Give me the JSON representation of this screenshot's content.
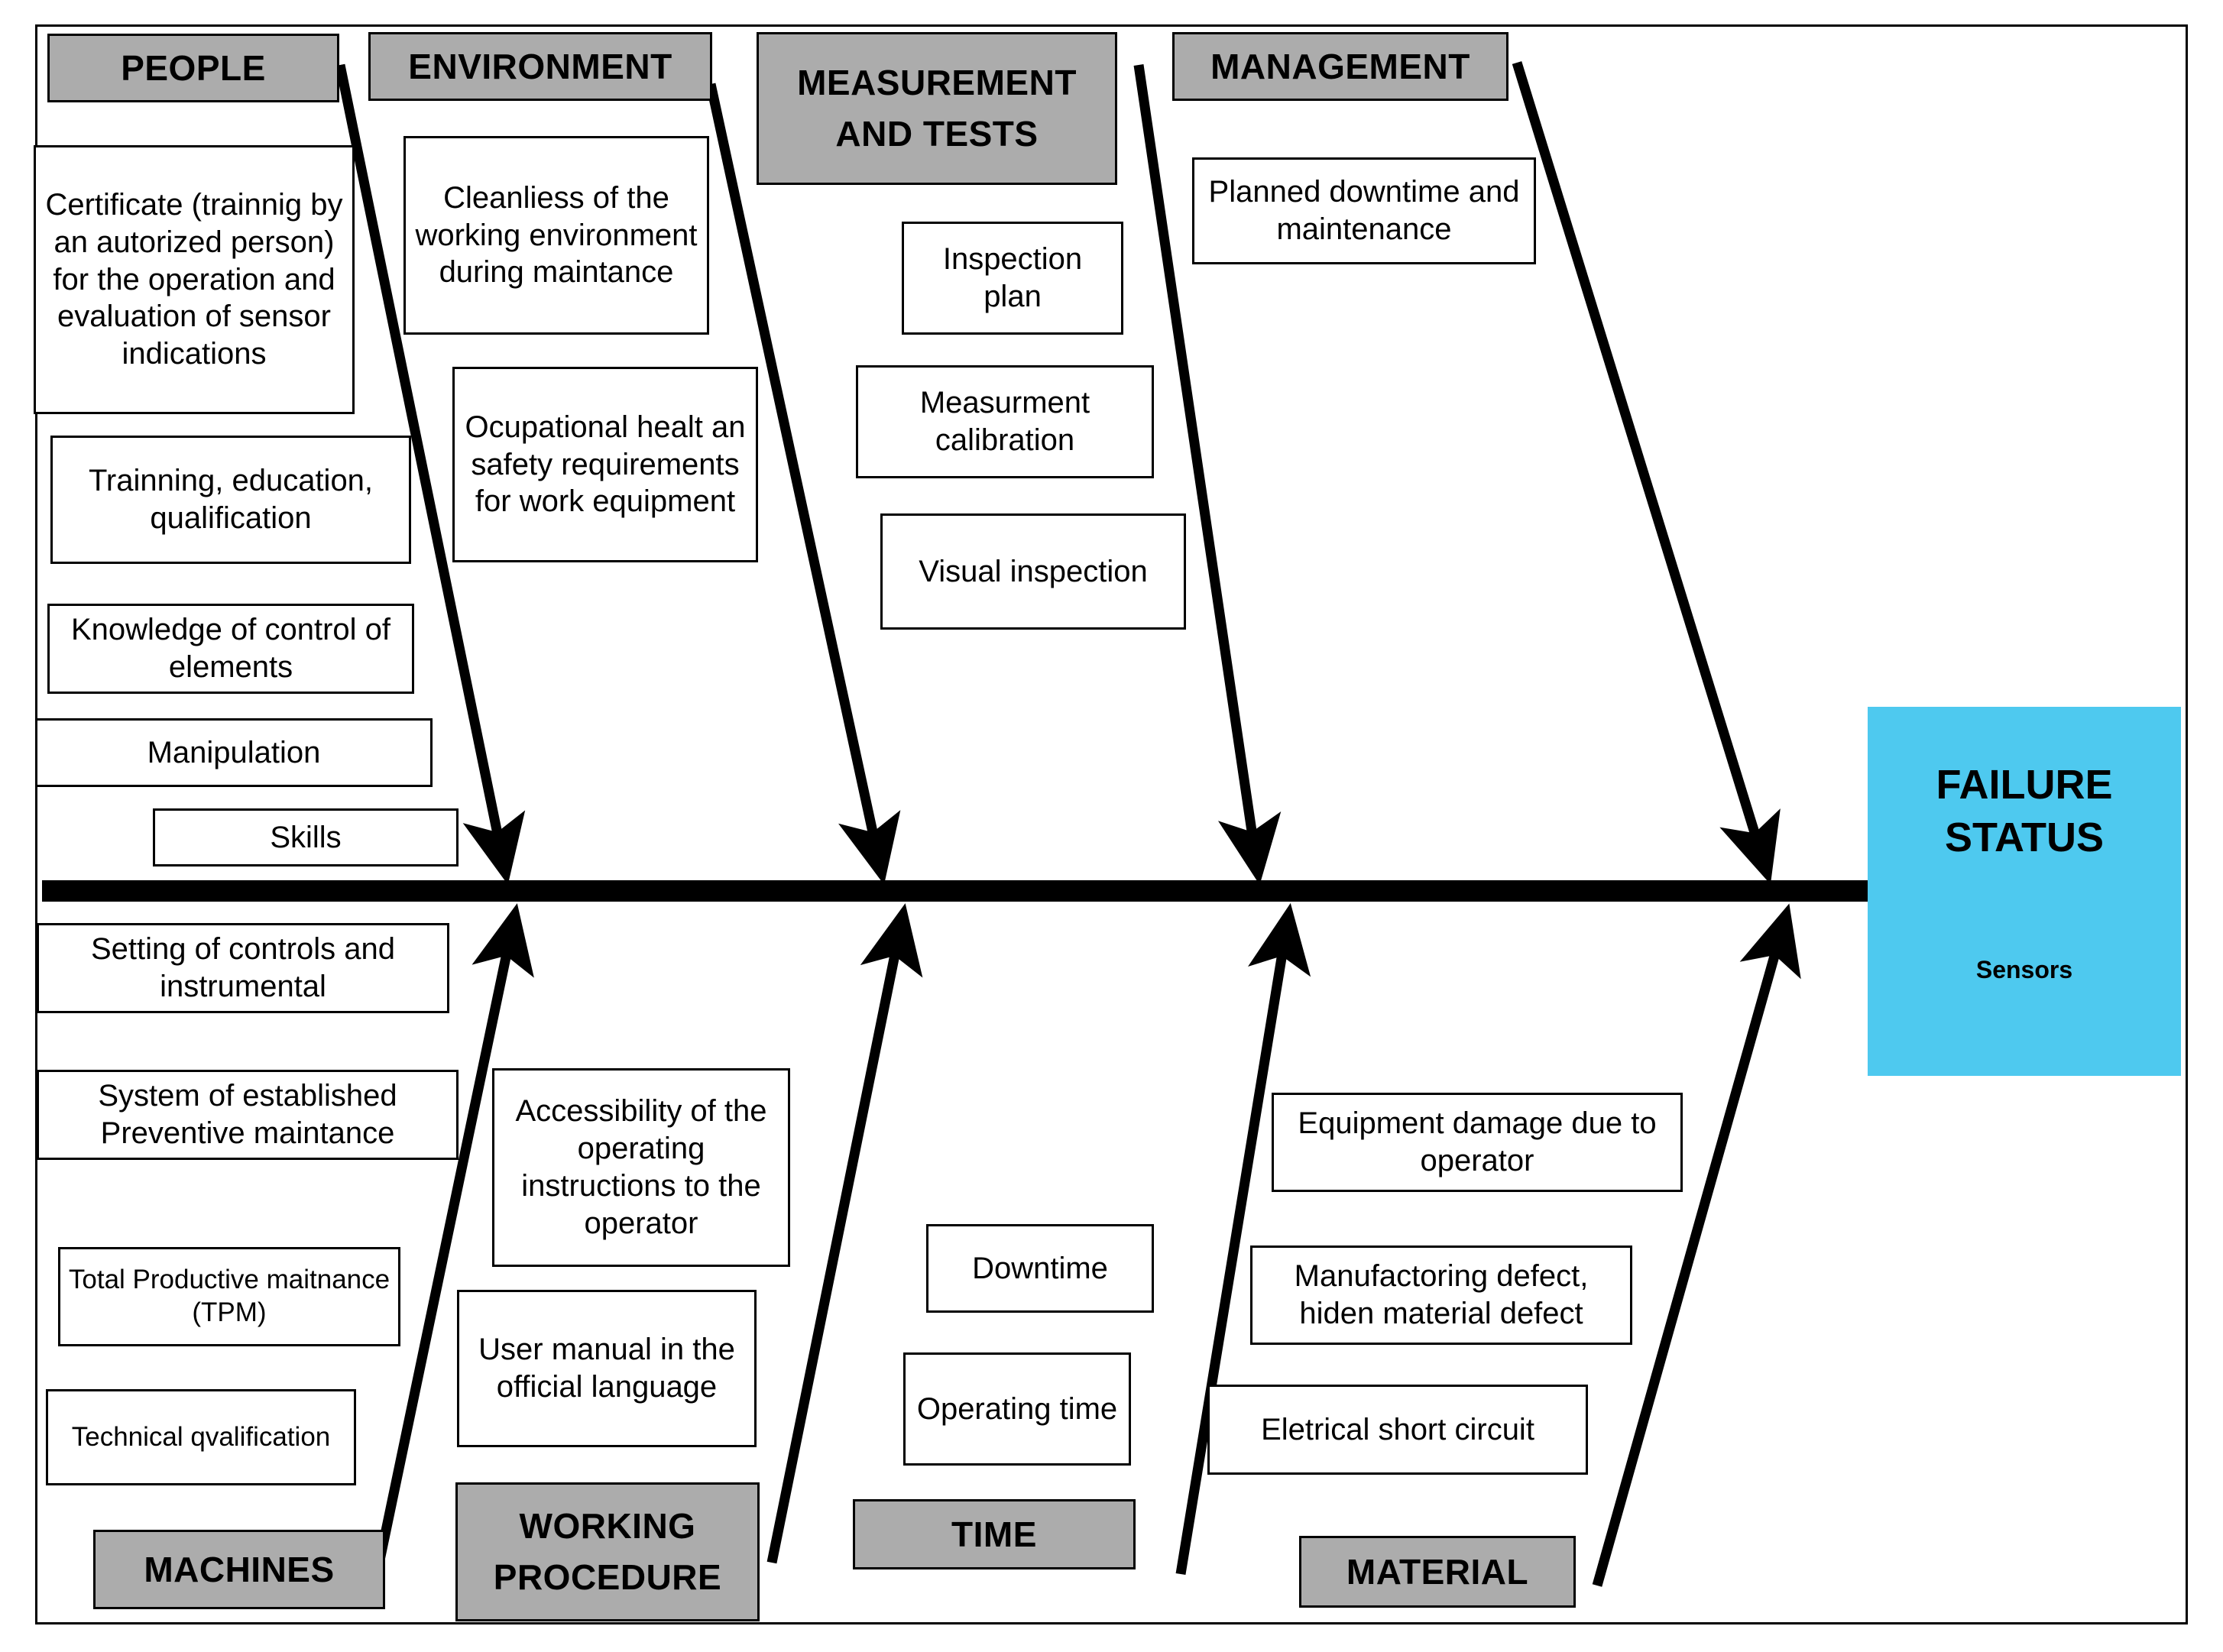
{
  "diagram": {
    "type": "fishbone-ishikawa",
    "head": {
      "title_line1": "FAILURE",
      "title_line2": "STATUS",
      "subtitle": "Sensors",
      "color": "#4EC9EF"
    },
    "category_color": "#ACACAC",
    "spine_color": "#000000"
  },
  "categories": {
    "people": {
      "label": "PEOPLE"
    },
    "environment": {
      "label": "ENVIRONMENT"
    },
    "measurement": {
      "label_line1": "MEASUREMENT",
      "label_line2": "AND TESTS"
    },
    "management": {
      "label": "MANAGEMENT"
    },
    "machines": {
      "label": "MACHINES"
    },
    "working_procedure": {
      "label_line1": "WORKING",
      "label_line2": "PROCEDURE"
    },
    "time": {
      "label": "TIME"
    },
    "material": {
      "label": "MATERIAL"
    }
  },
  "causes": {
    "people": [
      "Certificate (trainnig by an autorized person) for the operation and evaluation of sensor indications",
      "Trainning, education, qualification",
      "Knowledge of control of elements",
      "Manipulation",
      "Skills"
    ],
    "environment": [
      "Cleanliess of the working environment during maintance",
      "Ocupational healt an safety requirements for work equipment"
    ],
    "measurement": [
      "Inspection plan",
      "Measurment calibration",
      "Visual inspection"
    ],
    "management": [
      "Planned downtime and maintenance"
    ],
    "machines": [
      "Setting of controls and instrumental",
      "System of established Preventive maintance",
      "Total Productive maitnance (TPM)",
      "Technical qvalification"
    ],
    "working_procedure": [
      "Accessibility of the operating instructions to the operator",
      "User manual in the official language"
    ],
    "time": [
      "Downtime",
      "Operating time"
    ],
    "material": [
      "Equipment damage due to operator",
      "Manufactoring defect, hiden material defect",
      "Eletrical short circuit"
    ]
  }
}
